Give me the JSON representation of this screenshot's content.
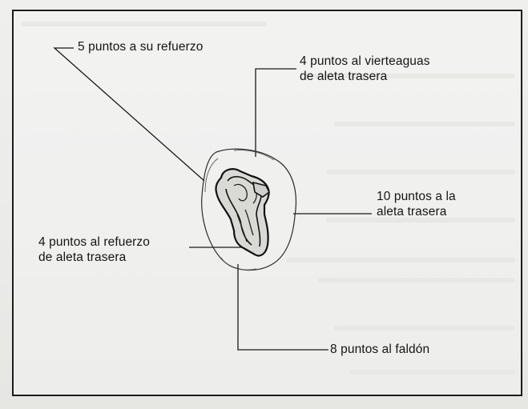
{
  "callouts": {
    "refuerzo": {
      "line1": "5 puntos a su refuerzo"
    },
    "vierteaguas": {
      "line1": "4 puntos al vierteaguas",
      "line2": "de aleta trasera"
    },
    "aleta": {
      "line1": "10 puntos a la",
      "line2": "aleta trasera"
    },
    "refuerzo_aleta": {
      "line1": "4 puntos al refuerzo",
      "line2": "de aleta trasera"
    },
    "faldon": {
      "line1": "8 puntos al faldón"
    }
  },
  "colors": {
    "ink": "#1a1a1a",
    "paper": "#ecebe8"
  }
}
